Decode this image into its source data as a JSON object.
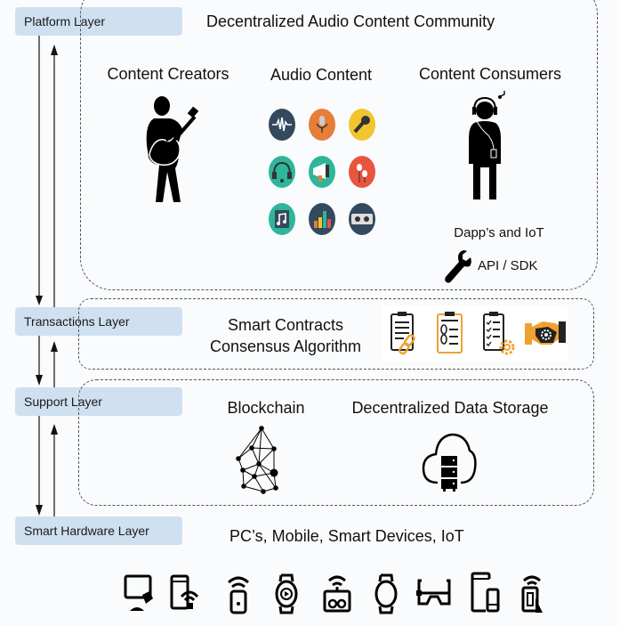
{
  "layers": [
    {
      "label": "Platform Layer"
    },
    {
      "label": "Transactions Layer"
    },
    {
      "label": "Support Layer"
    },
    {
      "label": "Smart Hardware Layer"
    }
  ],
  "platform": {
    "title": "Decentralized Audio Content Community",
    "creators_label": "Content Creators",
    "audio_label": "Audio Content",
    "consumers_label": "Content Consumers",
    "dapps_label": "Dapp’s and IoT",
    "api_label": "API / SDK",
    "audio_icons": [
      {
        "name": "waveform-icon",
        "color": "#34495e"
      },
      {
        "name": "studio-microphone-icon",
        "color": "#e67e3a"
      },
      {
        "name": "handheld-microphone-icon",
        "color": "#f2c530"
      },
      {
        "name": "headset-icon",
        "color": "#2fb59a"
      },
      {
        "name": "megaphone-icon",
        "color": "#2fb59a"
      },
      {
        "name": "earphones-icon",
        "color": "#e8553f"
      },
      {
        "name": "music-file-icon",
        "color": "#2fb59a"
      },
      {
        "name": "equalizer-icon",
        "color": "#34495e"
      },
      {
        "name": "cassette-icon",
        "color": "#34495e"
      }
    ]
  },
  "transactions": {
    "line1": "Smart Contracts",
    "line2": "Consensus Algorithm",
    "icons": [
      "contract-link-icon",
      "contract-chain-icon",
      "checklist-gear-icon",
      "handshake-gear-icon"
    ],
    "accent": "#f0a030"
  },
  "support": {
    "blockchain_label": "Blockchain",
    "storage_label": "Decentralized Data Storage"
  },
  "hardware": {
    "label": "PC’s, Mobile, Smart Devices, IoT",
    "devices": [
      "pc-touch-icon",
      "mobile-wifi-icon",
      "remote-wifi-icon",
      "smartwatch-play-icon",
      "radio-wifi-icon",
      "smartwatch-icon",
      "smart-glasses-icon",
      "phone-tablet-icon",
      "smart-card-wifi-icon"
    ]
  }
}
